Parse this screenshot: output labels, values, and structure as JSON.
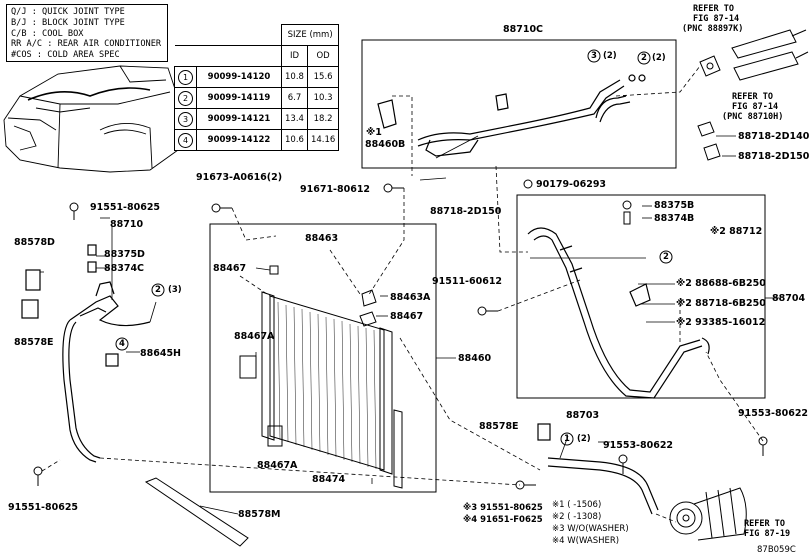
{
  "legend": [
    "Q/J  :  QUICK JOINT TYPE",
    "B/J  :  BLOCK JOINT TYPE",
    "C/B  :  COOL BOX",
    "RR A/C  :  REAR AIR CONDITIONER",
    "#COS  :  COLD AREA SPEC"
  ],
  "size_table": {
    "header": "SIZE (mm)",
    "col_id": "ID",
    "col_od": "OD",
    "rows": [
      {
        "n": "1",
        "part": "90099-14120",
        "id": "10.8",
        "od": "15.6"
      },
      {
        "n": "2",
        "part": "90099-14119",
        "id": "6.7",
        "od": "10.3"
      },
      {
        "n": "3",
        "part": "90099-14121",
        "id": "13.4",
        "od": "18.2"
      },
      {
        "n": "4",
        "part": "90099-14122",
        "id": "10.6",
        "od": "14.16"
      }
    ]
  },
  "refs": {
    "ref_top_1": "REFER TO",
    "ref_top_2": "FIG 87-14",
    "ref_top_3": "(PNC 88897K)",
    "ref_mid_1": "REFER TO",
    "ref_mid_2": "FIG 87-14",
    "ref_mid_3": "(PNC 88710H)",
    "ref_bot_1": "REFER TO",
    "ref_bot_2": "FIG 87-19"
  },
  "labels": {
    "p88710C": "88710C",
    "c3a": "3",
    "c3a_q": "(2)",
    "c2a": "2",
    "c2a_q": "(2)",
    "p88460B": "88460B",
    "x1": "※1",
    "p88718_2D140": "88718-2D140",
    "p88718_2D150a": "88718-2D150",
    "p91673": "91673-A0616(2)",
    "p91671": "91671-80612",
    "p88718_2D150b": "88718-2D150",
    "p90179": "90179-06293",
    "p91551_top": "91551-80625",
    "p88710": "88710",
    "p88578D": "88578D",
    "p88375D": "88375D",
    "p88374C": "88374C",
    "c2b": "2",
    "c2b_q": "(3)",
    "p88578E_l": "88578E",
    "c4": "4",
    "p88645H": "88645H",
    "p88463": "88463",
    "p88467_top": "88467",
    "p88463A": "88463A",
    "p88467_r": "88467",
    "p88467A_top": "88467A",
    "p88460": "88460",
    "p88467A_bot": "88467A",
    "p88474": "88474",
    "p88578M": "88578M",
    "p91551_bot": "91551-80625",
    "p88375B": "88375B",
    "p88374B": "88374B",
    "x2_88712": "※2 88712",
    "c2c": "2",
    "p91511": "91511-60612",
    "p88688": "※2 88688-6B250",
    "p88718_6B250": "※2 88718-6B250",
    "p93385": "※2 93385-16012",
    "p88704": "88704",
    "p88703": "88703",
    "p88578E_b": "88578E",
    "c1": "1",
    "c1_q": "(2)",
    "p91553_a": "91553-80622",
    "p91553_b": "91553-80622",
    "x3": "※3 91551-80625",
    "x4": "※4 91651-F0625",
    "note1": "※1 (   -1506)",
    "note2": "※2 (   -1308)",
    "note3": "※3 W/O(WASHER)",
    "note4": "※4 W(WASHER)",
    "code": "87B059C"
  }
}
